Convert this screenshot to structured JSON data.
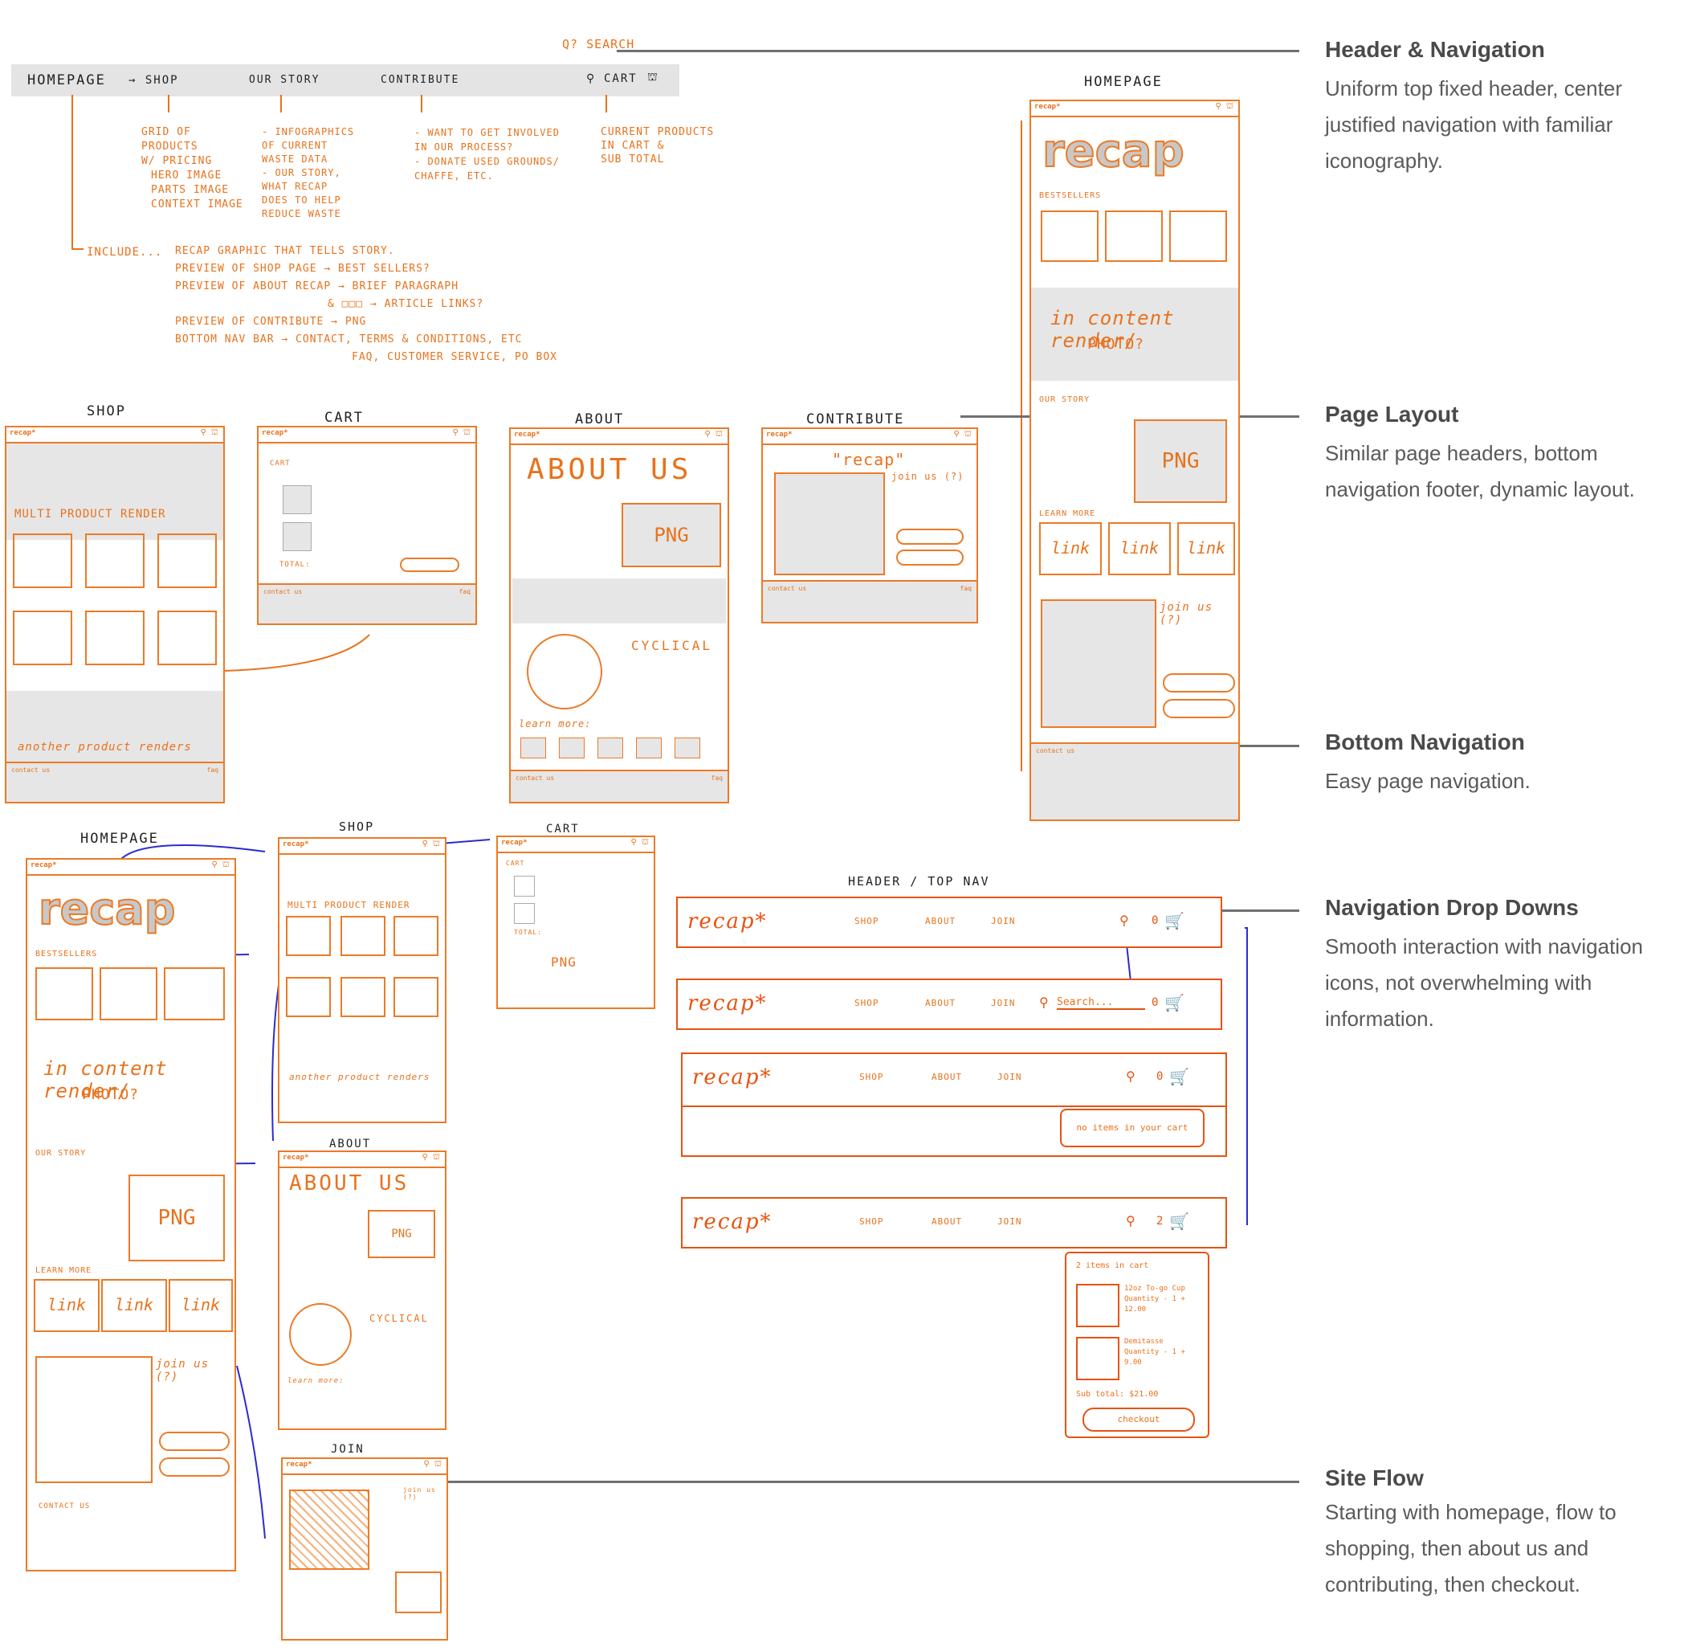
{
  "sitemap": {
    "search_note": "Q? SEARCH",
    "nav": {
      "homepage": "HOMEPAGE",
      "arrow_shop": "→ SHOP",
      "our_story": "OUR STORY",
      "contribute": "CONTRIBUTE",
      "cart": "CART"
    },
    "shop_notes": [
      "GRID OF",
      "PRODUCTS",
      "W/ PRICING",
      "HERO IMAGE",
      "PARTS IMAGE",
      "CONTEXT IMAGE"
    ],
    "story_notes": [
      "- INFOGRAPHICS",
      "OF CURRENT",
      "WASTE DATA",
      "- OUR STORY,",
      "WHAT RECAP",
      "DOES TO HELP",
      "REDUCE WASTE"
    ],
    "contribute_notes": [
      "- WANT TO GET INVOLVED",
      "IN OUR PROCESS?",
      "- DONATE USED GROUNDS/",
      "CHAFFE, ETC."
    ],
    "cart_notes": [
      "CURRENT PRODUCTS",
      "IN CART &",
      "SUB TOTAL"
    ],
    "include_label": "INCLUDE...",
    "include_lines": [
      "RECAP GRAPHIC THAT TELLS STORY.",
      "PREVIEW OF SHOP PAGE → BEST SELLERS?",
      "PREVIEW OF ABOUT RECAP → BRIEF PARAGRAPH",
      "& □□□ → ARTICLE LINKS?",
      "PREVIEW OF CONTRIBUTE → PNG",
      "BOTTOM NAV BAR → CONTACT, TERMS & CONDITIONS, ETC",
      "FAQ, CUSTOMER SERVICE, PO BOX"
    ]
  },
  "frame_labels": {
    "shop": "SHOP",
    "cart": "CART",
    "about": "ABOUT",
    "contribute": "CONTRIBUTE",
    "homepage": "HOMEPAGE",
    "join": "JOIN",
    "header_top_nav": "HEADER / TOP NAV"
  },
  "sketch_text": {
    "logo": "recap*",
    "big_logo": "recap",
    "about_us": "ABOUT US",
    "png": "PNG",
    "cyclical": "CYCLICAL",
    "learn_more": "learn more:",
    "in_content_render": "in content render/",
    "photo": "PHOTO?",
    "multi_product": "MULTI PRODUCT RENDER",
    "another_product": "another product renders",
    "bestsellers": "BESTSELLERS",
    "our_story": "OUR STORY",
    "learn_more_caps": "LEARN MORE",
    "link": "link",
    "join_us": "join us (?)",
    "contact_us": "CONTACT US",
    "faq": "FAQ",
    "total": "TOTAL:",
    "cart_heading": "CART",
    "recap_quote": "\"recap\""
  },
  "top_nav_variants": {
    "shop": "SHOP",
    "about": "ABOUT",
    "join": "JOIN",
    "search_placeholder": "Search...",
    "cart_count_empty": "0",
    "cart_count_full": "2",
    "empty_cart_msg": "no items in your cart",
    "items_in_cart": "2 items in cart",
    "item1": "12oz To-go Cup",
    "item1_qty": "Quantity - 1 +",
    "item1_price": "12.00",
    "item2": "Demitasse",
    "item2_qty": "Quantity - 1 +",
    "item2_price": "9.00",
    "subtotal": "Sub total: $21.00",
    "checkout": "checkout"
  },
  "annotations": [
    {
      "title": "Header & Navigation",
      "body": "Uniform top fixed header, center justified navigation with familiar iconography."
    },
    {
      "title": "Page Layout",
      "body": "Similar page headers, bottom navigation footer, dynamic layout."
    },
    {
      "title": "Bottom Navigation",
      "body": "Easy page navigation."
    },
    {
      "title": "Navigation Drop Downs",
      "body": "Smooth interaction with navigation icons, not overwhelming with information."
    },
    {
      "title": "Site Flow",
      "body": "Starting with homepage, flow to shopping, then about us and contributing, then checkout."
    }
  ],
  "colors": {
    "sketch_orange": "#e8721c",
    "flow_blue": "#2b2bd0",
    "annotation_gray": "#4a4a4a"
  }
}
